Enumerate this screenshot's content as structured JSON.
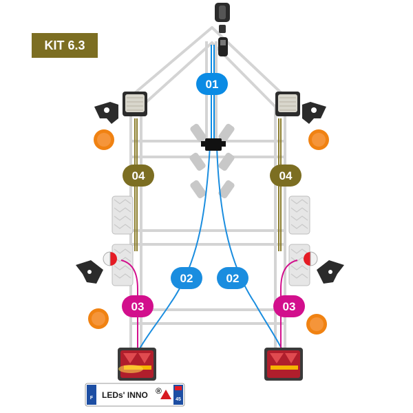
{
  "badge": {
    "label": "KIT 6.3"
  },
  "colors": {
    "cable_01": "#0b8be4",
    "cable_02": "#1a8ddf",
    "cable_03": "#d20f8c",
    "cable_04": "#7c6e22",
    "frame": "#d2d2d2",
    "reflector": "#f08212"
  },
  "cables": [
    {
      "id": "01",
      "label": "01"
    },
    {
      "id": "02",
      "label": "02"
    },
    {
      "id": "03",
      "label": "03"
    },
    {
      "id": "04",
      "label": "04"
    }
  ],
  "plate": {
    "left_code": "F",
    "text": "LEDs' INNO",
    "mark": "®",
    "right_code": "45"
  }
}
